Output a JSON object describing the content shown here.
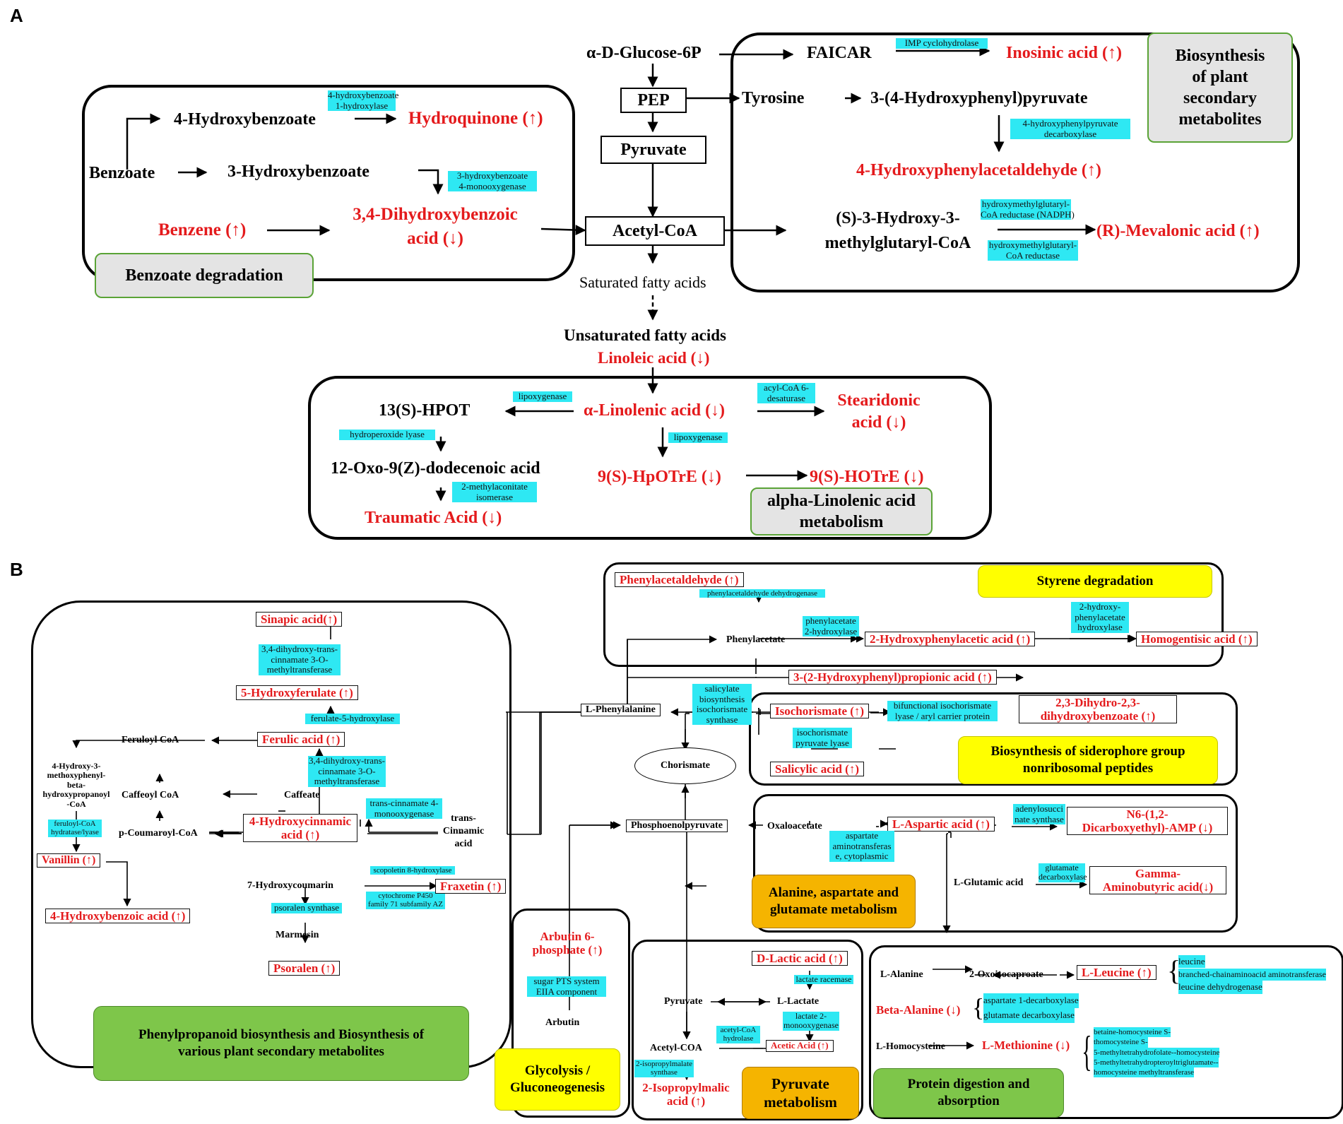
{
  "panels": {
    "a": "A",
    "b": "B"
  },
  "A": {
    "glucose": "α-D-Glucose-6P",
    "pep": "PEP",
    "pyruvate": "Pyruvate",
    "acetyl": "Acetyl-CoA",
    "saturated": "Saturated fatty acids",
    "unsaturated": "Unsaturated fatty acids",
    "linoleic": "Linoleic acid (↓)",
    "benzoate_group": {
      "label": "Benzoate degradation",
      "hydroxybenzoate4": "4-Hydroxybenzoate",
      "enz1": [
        "4-hydroxybenzoate",
        "1-hydroxylase"
      ],
      "hydroquinone": "Hydroquinone (↑)",
      "benzoate": "Benzoate",
      "hydroxybenzoate3": "3-Hydroxybenzoate",
      "enz2": [
        "3-hydroxybenzoate",
        "4-monooxygenase"
      ],
      "benzene": "Benzene (↑)",
      "dihydroxy": [
        "3,4-Dihydroxybenzoic",
        "acid (↓)"
      ]
    },
    "plant_group": {
      "label": [
        "Biosynthesis",
        "of plant",
        "secondary",
        "metabolites"
      ],
      "faicar": "FAICAR",
      "enz_imp": "IMP cyclohydrolase",
      "inosinic": "Inosinic acid (↑)",
      "tyrosine": "Tyrosine",
      "hpp": "3-(4-Hydroxyphenyl)pyruvate",
      "enz_hpp": [
        "4-hydroxyphenylpyruvate",
        "decarboxylase"
      ],
      "hpa": "4-Hydroxyphenylacetaldehyde (↑)",
      "hmg": [
        "(S)-3-Hydroxy-3-",
        "methylglutaryl-CoA"
      ],
      "enz_hmg1": [
        "hydroxymethylglutaryl-",
        "CoA reductase (NADPH)"
      ],
      "enz_hmg2": [
        "hydroxymethylglutaryl-",
        "CoA reductase"
      ],
      "mevalonic": "(R)-Mevalonic acid (↑)"
    },
    "linolenic_group": {
      "label": [
        "alpha-Linolenic acid",
        "metabolism"
      ],
      "hpot": "13(S)-HPOT",
      "enz_lipox1": "lipoxygenase",
      "alpha": "α-Linolenic acid (↓)",
      "enz_desat": [
        "acyl-CoA 6-",
        "desaturase"
      ],
      "stearidonic": [
        "Stearidonic",
        "acid (↓)"
      ],
      "enz_hpl": "hydroperoxide lyase",
      "enz_lipox2": "lipoxygenase",
      "oxo": "12-Oxo-9(Z)-dodecenoic acid",
      "enz_mac": [
        "2-methylaconitate",
        "isomerase"
      ],
      "traumatic": "Traumatic Acid (↓)",
      "hpotre": "9(S)-HpOTrE (↓)",
      "hotre": "9(S)-HOTrE (↓)"
    }
  },
  "B": {
    "phenylpropanoid": {
      "label": [
        "Phenylpropanoid biosynthesis  and Biosynthesis of",
        "various plant secondary metabolites"
      ],
      "sinapic": "Sinapic acid(↑)",
      "enz_sinapic": [
        "3,4-dihydroxy-trans-",
        "cinnamate 3-O-",
        "methyltransferase"
      ],
      "hydroxyferulate": "5-Hydroxyferulate (↑)",
      "enz_f5h": "ferulate-5-hydroxylase",
      "ferulic": "Ferulic acid (↑)",
      "feruloyl": "Feruloyl CoA",
      "hmpcoa": [
        "4-Hydroxy-3-",
        "methoxyphenyl-",
        "beta-",
        "hydroxypropanoyl",
        "-CoA"
      ],
      "enz_fch": [
        "feruloyl-CoA",
        "hydratase/lyase"
      ],
      "vanillin": "Vanillin (↑)",
      "hba": "4-Hydroxybenzoic acid (↑)",
      "enz_comt": [
        "3,4-dihydroxy-trans-",
        "cinnamate 3-O-",
        "methyltransferase"
      ],
      "caffeate": "Caffeate",
      "caffeoyl": "Caffeoyl CoA",
      "coumaroyl": "p-Coumaroyl-CoA",
      "hca": [
        "4-Hydroxycinnamic",
        "acid (↑)"
      ],
      "enz_c4m": [
        "trans-cinnamate 4-",
        "monooxygenase"
      ],
      "cinnamic": [
        "trans-",
        "Cinnamic",
        "acid"
      ],
      "hydroxycoumarin": "7-Hydroxycoumarin",
      "enz_scop": "scopoletin 8-hydroxylase",
      "enz_cyp": [
        "cytochrome P450",
        "family 71 subfamily AZ"
      ],
      "fraxetin": "Fraxetin (↑)",
      "enz_psor": "psoralen synthase",
      "marmesin": "Marmesin",
      "psoralen": "Psoralen (↑)"
    },
    "styrene": {
      "label": "Styrene degradation",
      "phenylacetaldehyde": "Phenylacetaldehyde (↑)",
      "enz_pad": "phenylacetaldehyde dehydrogenase",
      "phenylacetate": "Phenylacetate",
      "enz_pah": [
        "phenylacetate",
        "2-hydroxylase"
      ],
      "hpaa": "2-Hydroxyphenylacetic acid (↑)",
      "enz_hph": [
        "2-hydroxy-",
        "phenylacetate",
        "hydroxylase"
      ],
      "homogentisic": "Homogentisic acid (↑)"
    },
    "hppa": "3-(2-Hydroxyphenyl)propionic acid (↑)",
    "lphe": "L-Phenylalanine",
    "enz_sal": [
      "salicylate",
      "biosynthesis",
      "isochorismate",
      "synthase"
    ],
    "chorismate": "Chorismate",
    "pep": "Phosphoenolpyruvate",
    "siderophore": {
      "label": [
        "Biosynthesis of siderophore group",
        "nonribosomal peptides"
      ],
      "isochorismate": "Isochorismate (↑)",
      "enz_bif": [
        "bifunctional isochorismate",
        "lyase / aryl carrier protein"
      ],
      "dhb": [
        "2,3-Dihydro-2,3-",
        "dihydroxybenzoate (↑)"
      ],
      "enz_isl": [
        "isochorismate",
        "pyruvate lyase"
      ],
      "salicylic": "Salicylic acid (↑)"
    },
    "alanine": {
      "label": [
        "Alanine, aspartate and",
        "glutamate metabolism"
      ],
      "oxaloacetate": "Oxaloacetate",
      "aspartic": "L-Aspartic acid (↑)",
      "enz_asp": [
        "aspartate",
        "aminotransferas",
        "e, cytoplasmic"
      ],
      "enz_ads": [
        "adenylosucci",
        "nate synthase"
      ],
      "n6": [
        "N6-(1,2-",
        "Dicarboxyethyl)-AMP (↓)"
      ],
      "glutamic": "L-Glutamic acid",
      "enz_gad": [
        "glutamate",
        "decarboxylase"
      ],
      "gaba": [
        "Gamma-",
        "Aminobutyric acid(↓)"
      ]
    },
    "glycolysis": {
      "label": [
        "Glycolysis /",
        "Gluconeogenesis"
      ],
      "arb6p": [
        "Arbutin 6-",
        "phosphate (↑)"
      ],
      "enz_pts": [
        "sugar PTS system",
        "EIIA component"
      ],
      "arbutin": "Arbutin"
    },
    "pyruvate": {
      "label": [
        "Pyruvate",
        "metabolism"
      ],
      "dlactic": "D-Lactic acid (↑)",
      "enz_lr": "lactate racemase",
      "pyruvate": "Pyruvate",
      "llactate": "L-Lactate",
      "enz_lmo": [
        "lactate 2-",
        "monooxygenase"
      ],
      "acetylcoa": "Acetyl-COA",
      "enz_ach": [
        "acetyl-CoA",
        "hydrolase"
      ],
      "acetic": "Acetic Acid (↑)",
      "enz_ipms": [
        "2-isopropylmalate",
        "synthase"
      ],
      "ipm": [
        "2-Isopropylmalic",
        "acid (↑)"
      ]
    },
    "protein": {
      "label": [
        "Protein digestion and",
        "absorption"
      ],
      "lalanine": "L-Alanine",
      "oxoisocaproate": "2-Oxoisocaproate",
      "leucine": "L-Leucine (↑)",
      "enz_leu": [
        "leucine",
        "branched-chainaminoacid aminotransferase",
        "leucine dehydrogenase"
      ],
      "betaala": "Beta-Alanine (↓)",
      "enz_ba": [
        "aspartate 1-decarboxylase",
        "glutamate decarboxylase"
      ],
      "lhomocys": "L-Homocysteine",
      "methionine": "L-Methionine (↓)",
      "enz_met": [
        "betaine-homocysteine S-",
        "thomocysteine S-",
        "5-methyltetrahydrofolate--homocysteine",
        "5-methyltetrahydropteroyltriglutamate--",
        "homocysteine methyltransferase"
      ]
    }
  }
}
